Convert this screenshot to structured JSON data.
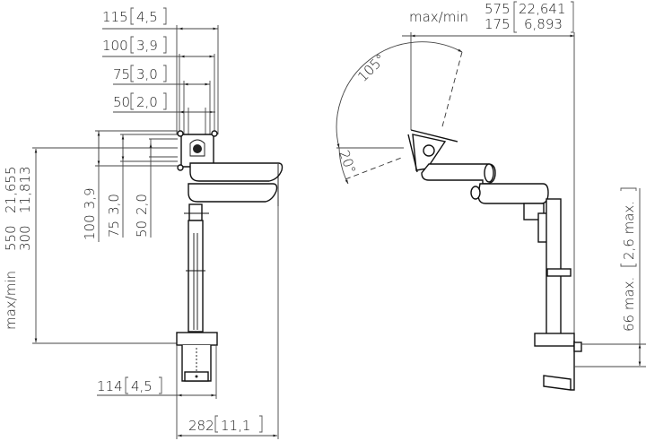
{
  "front_view": {
    "vesa_dims": [
      {
        "mm": "115",
        "in": "4,5"
      },
      {
        "mm": "100",
        "in": "3,9"
      },
      {
        "mm": "75",
        "in": "3,0"
      },
      {
        "mm": "50",
        "in": "2,0"
      }
    ],
    "vesa_vertical_dims": [
      {
        "mm": "100",
        "in": "3,9"
      },
      {
        "mm": "75",
        "in": "3,0"
      },
      {
        "mm": "50",
        "in": "2,0"
      }
    ],
    "height_dim": {
      "label": "max/min",
      "max_mm": "550",
      "max_in": "21,655",
      "min_mm": "300",
      "min_in": "11,813"
    },
    "clamp_width": {
      "mm": "114",
      "in": "4,5"
    },
    "arm_depth": {
      "mm": "282",
      "in": "11,1"
    }
  },
  "side_view": {
    "reach_dim": {
      "label": "max/min",
      "max_mm": "575",
      "max_in": "22,641",
      "min_mm": "175",
      "min_in": "6,893"
    },
    "tilt_up": "105°",
    "tilt_down": "20°",
    "desk_thickness": {
      "mm": "66 max.",
      "in": "2,6 max."
    }
  }
}
